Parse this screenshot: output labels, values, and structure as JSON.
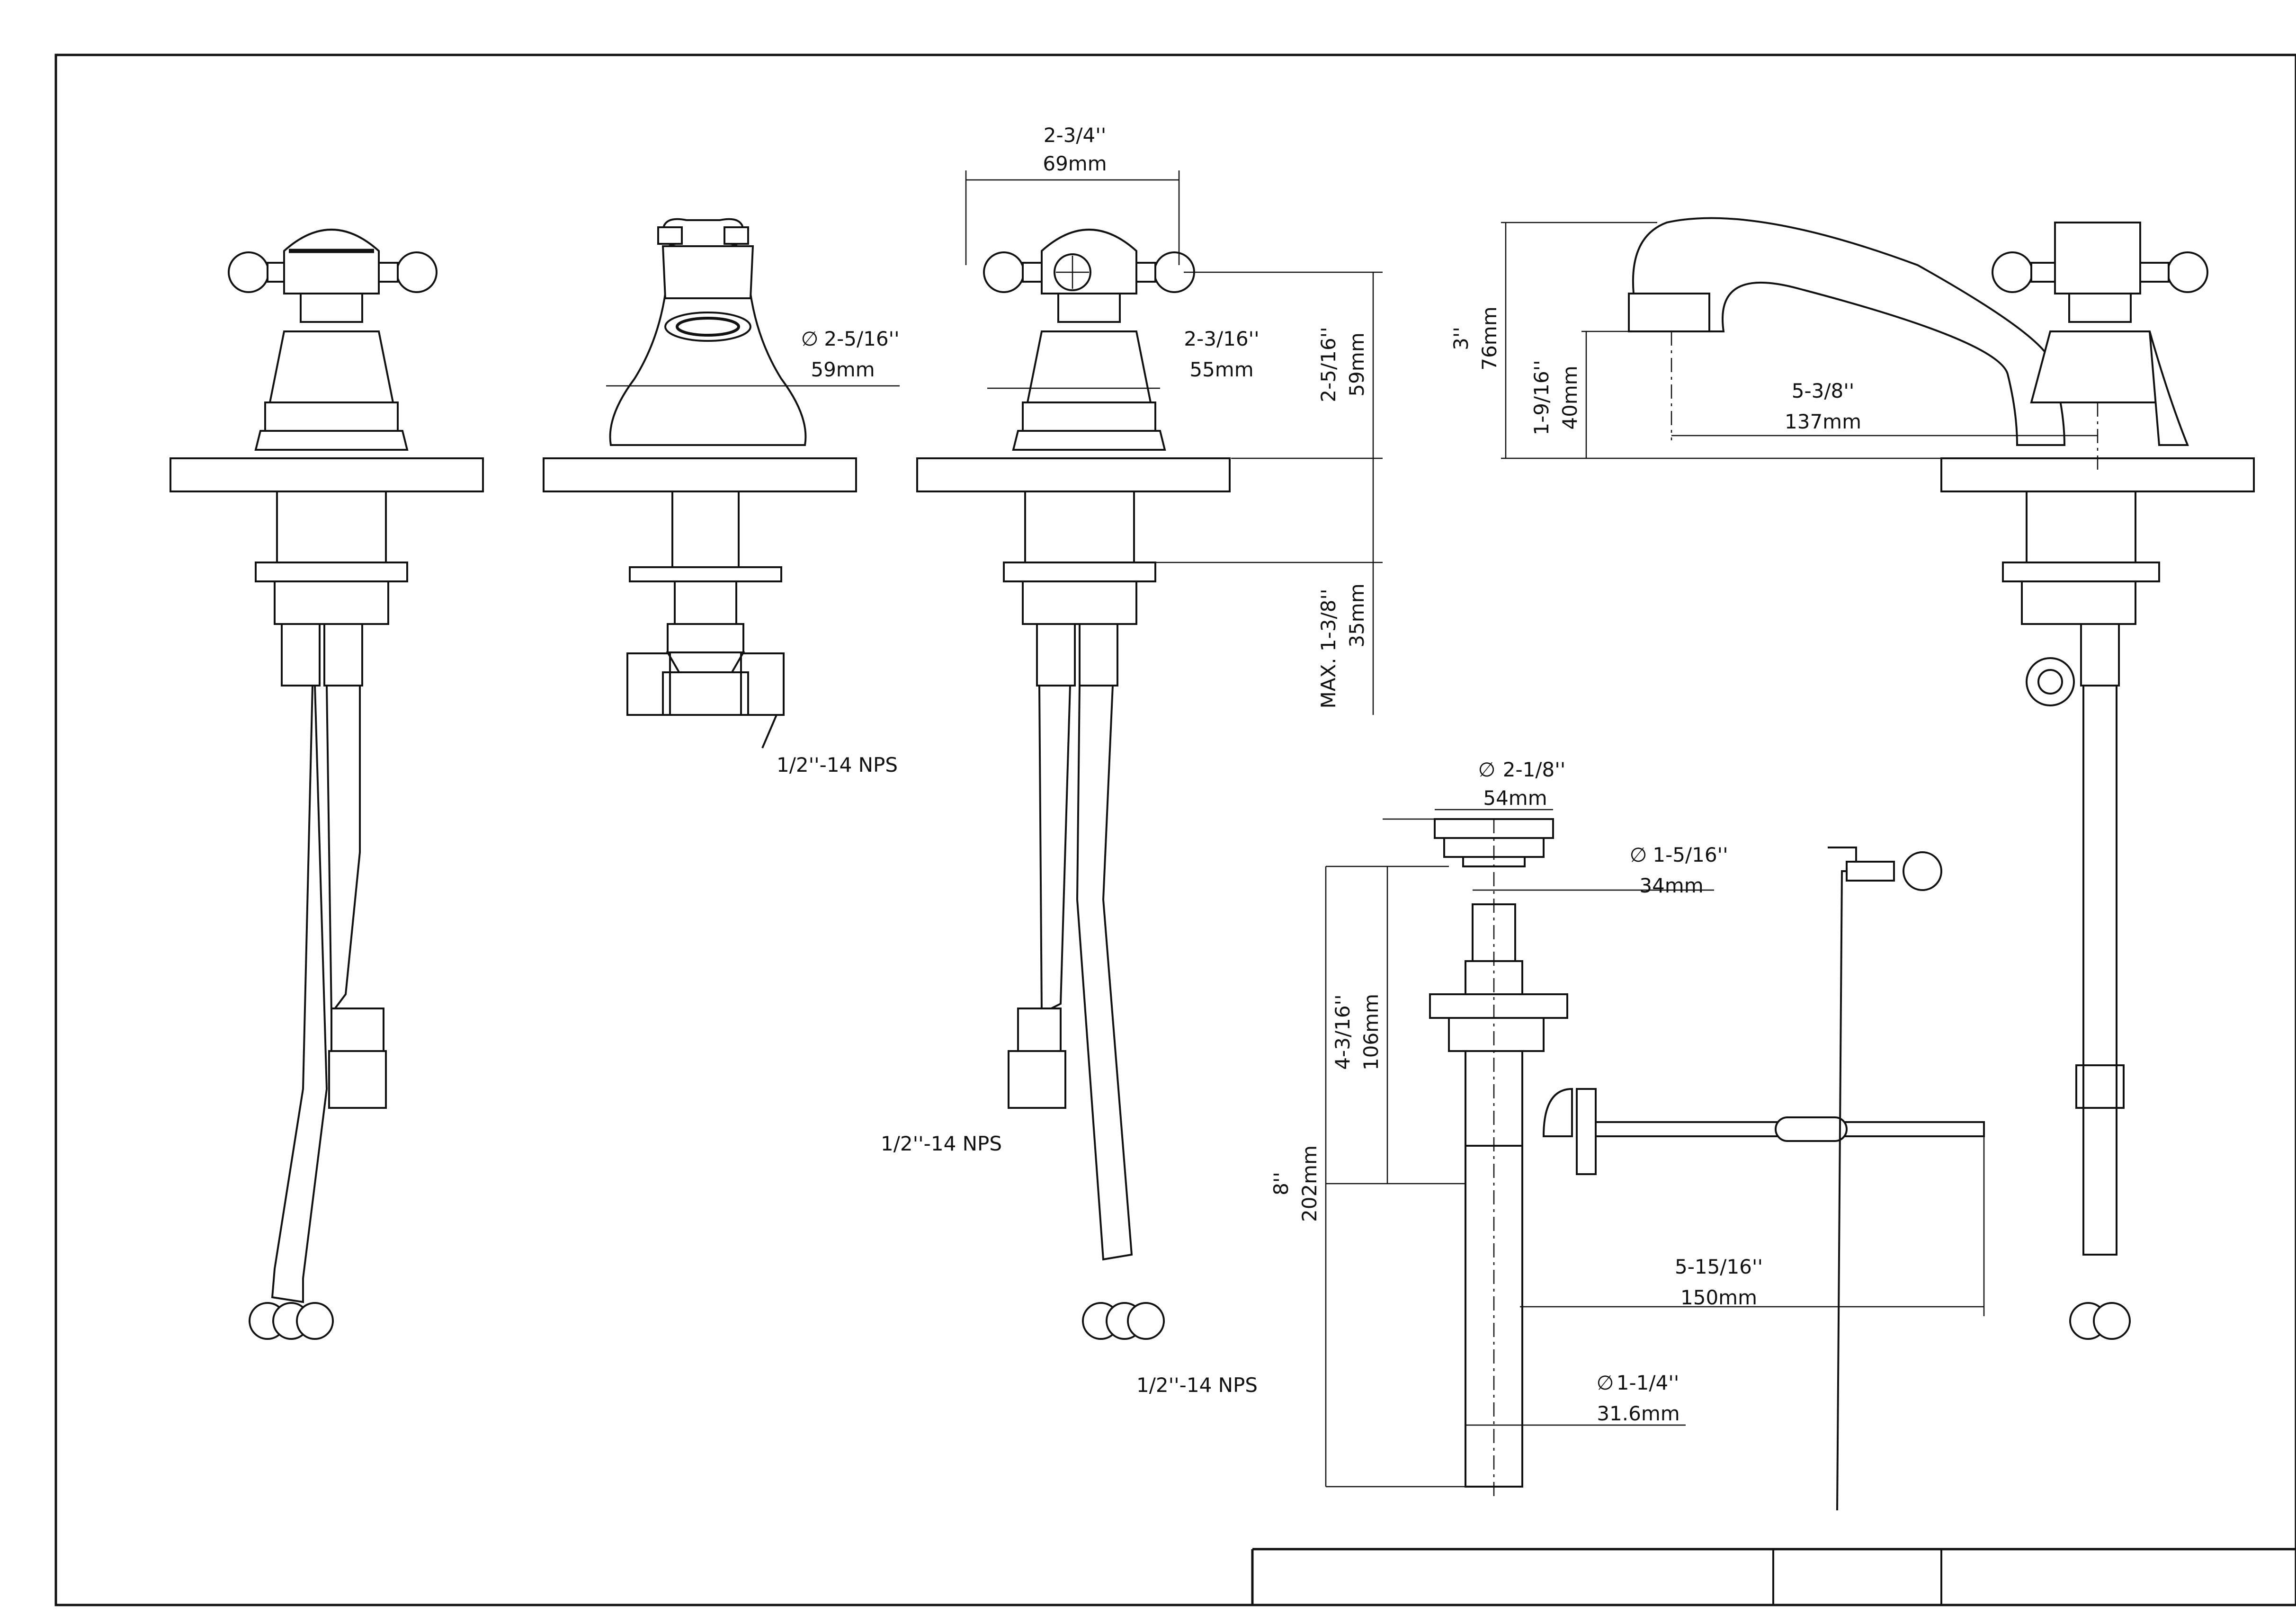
{
  "dimensions": {
    "handle_spread_in": "2-3/4''",
    "handle_spread_mm": "69mm",
    "escutcheon_dia_in": "2-5/16''",
    "escutcheon_dia_mm": "59mm",
    "valve_body_dia_in": "2-3/16''",
    "valve_body_dia_mm": "55mm",
    "valve_height_in": "2-5/16''",
    "valve_height_mm": "59mm",
    "max_deck_in": "MAX. 1-3/8''",
    "max_deck_mm": "35mm",
    "spout_height_in": "3''",
    "spout_height_mm": "76mm",
    "spout_clearance_in": "1-9/16''",
    "spout_clearance_mm": "40mm",
    "spout_reach_in": "5-3/8''",
    "spout_reach_mm": "137mm",
    "drain_flange_dia_in": "2-1/8''",
    "drain_flange_dia_mm": "54mm",
    "drain_throat_dia_in": "1-5/16''",
    "drain_throat_dia_mm": "34mm",
    "drain_body_height_in": "4-3/16''",
    "drain_body_height_mm": "106mm",
    "drain_total_height_in": "8''",
    "drain_total_height_mm": "202mm",
    "lift_rod_in": "5-15/16''",
    "lift_rod_mm": "150mm",
    "tailpiece_dia_in": "1-1/4''",
    "tailpiece_dia_mm": "31.6mm"
  },
  "connections": {
    "spout_inlet": "1/2''-14 NPS",
    "hose_end_left": "1/2''-14 NPS",
    "hose_end_bottom": "1/2''-14 NPS"
  },
  "symbols": {
    "diameter": "∅"
  }
}
